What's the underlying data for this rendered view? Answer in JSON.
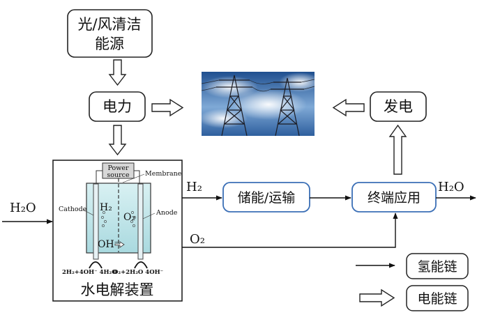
{
  "boxes": {
    "source_line1": "光/风清洁",
    "source_line2": "能源",
    "power": "电力",
    "generation": "发电",
    "electrolyzer": "水电解装置",
    "storage": "储能/运输",
    "application": "终端应用",
    "legend_hydrogen": "氢能链",
    "legend_electric": "电能链"
  },
  "flows": {
    "h2_input": "H₂O",
    "h2_out": "H₂",
    "o2_out": "O₂",
    "h2o_out": "H₂O"
  },
  "cell": {
    "power_source_line1": "Power",
    "power_source_line2": "source",
    "membrane": "Membrane",
    "cathode": "Cathode",
    "anode": "Anode",
    "h2": "H₂",
    "o2": "O₂",
    "oh": "OH⁻",
    "reaction_left": "2H₂+4OH⁻ 4H₂O",
    "reaction_right": "O₂+2H₂O  4OH⁻"
  },
  "colors": {
    "blue_box_border": "#3b6fb6",
    "electrolyte": "#bfe6ea",
    "sky": "#3d74b8"
  }
}
